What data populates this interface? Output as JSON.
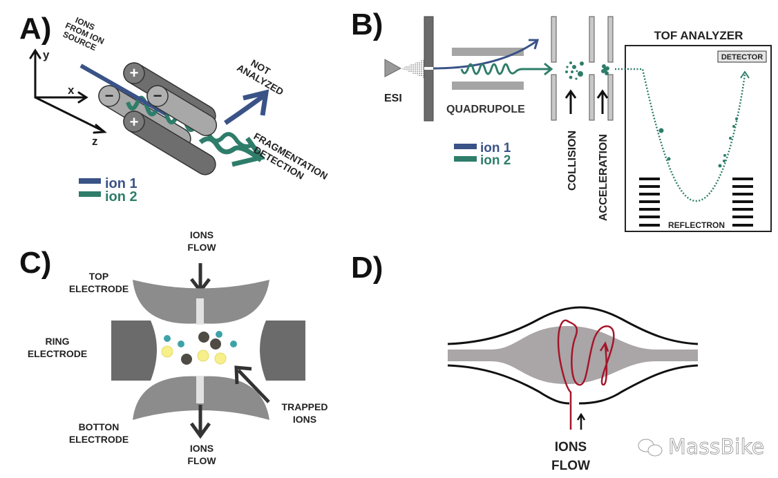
{
  "colors": {
    "ion1": "#3a5387",
    "ion2": "#2e7d6a",
    "rod_dark": "#6e6e6e",
    "rod_light": "#a8a8a8",
    "electrode": "#8c8c8c",
    "ring_electrode": "#6b6b6b",
    "orbitrap_core": "#aaa5a7",
    "orbitrap_ion": "#a4152a",
    "trapped_small": "#3ea3a8",
    "trapped_yellow": "#f7ef8a",
    "trapped_dark": "#4e4c44"
  },
  "panels": {
    "a": {
      "letter": "A)",
      "source_label": [
        "IONS",
        "FROM ION",
        "SOURCE"
      ],
      "axes": {
        "y": "y",
        "x": "x",
        "z": "z"
      },
      "rod_signs": [
        "+",
        "−",
        "−",
        "+"
      ],
      "not_analyzed": [
        "NOT",
        "ANALYZED"
      ],
      "fragmentation": [
        "FRAGMENTATION",
        "DETECTION"
      ],
      "legend": [
        {
          "label": "ion 1",
          "color_key": "ion1"
        },
        {
          "label": "ion 2",
          "color_key": "ion2"
        }
      ]
    },
    "b": {
      "letter": "B)",
      "esi": "ESI",
      "quadrupole": "QUADRUPOLE",
      "collision": "COLLISION",
      "acceleration": "ACCELERATION",
      "tof_title": "TOF ANALYZER",
      "detector": "DETECTOR",
      "reflectron": "REFLECTRON",
      "legend": [
        {
          "label": "ion 1",
          "color_key": "ion1"
        },
        {
          "label": "ion 2",
          "color_key": "ion2"
        }
      ]
    },
    "c": {
      "letter": "C)",
      "ions_flow_top": [
        "IONS",
        "FLOW"
      ],
      "top_electrode": [
        "TOP",
        "ELECTRODE"
      ],
      "ring_electrode": [
        "RING",
        "ELECTRODE"
      ],
      "bottom_electrode": [
        "BOTTON",
        "ELECTRODE"
      ],
      "trapped_ions": [
        "TRAPPED",
        "IONS"
      ],
      "ions_flow_bottom": [
        "IONS",
        "FLOW"
      ]
    },
    "d": {
      "letter": "D)",
      "ions_flow": [
        "IONS",
        "FLOW"
      ]
    }
  },
  "watermark": "MassBike"
}
